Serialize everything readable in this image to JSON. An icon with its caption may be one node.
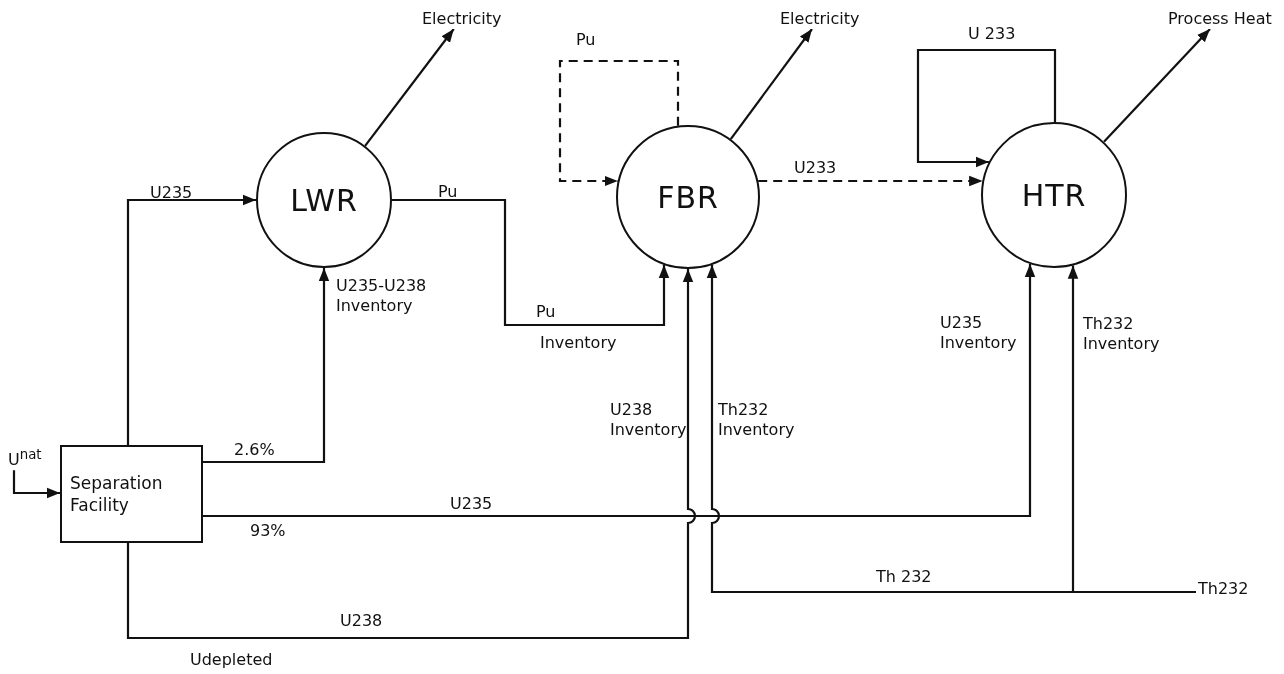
{
  "diagram": {
    "nodes": [
      {
        "text": [
          "Electricity"
        ]
      },
      {
        "text": [
          "Electricity"
        ]
      },
      {
        "text": [
          "Process Heat"
        ]
      },
      {
        "text": [
          "LWR"
        ]
      },
      {
        "text": [
          "FBR"
        ]
      },
      {
        "text": [
          "HTR"
        ]
      },
      {
        "text": [
          "U$^{nat}$"
        ]
      },
      {
        "text": [
          "Separation Facility"
        ]
      },
      {
        "text": [
          "Th232"
        ]
      }
    ],
    "edges": [
      {
        "from": 7,
        "to": 3,
        "arrow": "to",
        "label": "U235"
      },
      {
        "from": 7,
        "to": 3,
        "arrow": "to",
        "label": "U235-U238 Inventory"
      },
      {
        "from": 3,
        "to": 0,
        "arrow": "to"
      },
      {
        "from": 3,
        "to": 4,
        "arrow": "to",
        "label": "Pu"
      },
      {
        "from": 4,
        "to": 4,
        "arrow": "to",
        "label": "Pu",
        "style": "dashed"
      },
      {
        "from": 4,
        "to": 1,
        "arrow": "to"
      },
      {
        "from": 4,
        "to": 5,
        "arrow": "to",
        "label": "U233",
        "style": "dashed"
      },
      {
        "from": 5,
        "to": 5,
        "arrow": "to",
        "label": "U 233"
      },
      {
        "from": 5,
        "to": 2,
        "arrow": "to"
      },
      {
        "from": 7,
        "to": 5,
        "arrow": "to",
        "label": "U235"
      },
      {
        "from": 7,
        "to": 4,
        "arrow": "to",
        "label": "U238"
      },
      {
        "from": 8,
        "to": 4,
        "arrow": "to",
        "label": "Th 232"
      },
      {
        "from": 8,
        "to": 5,
        "arrow": "to",
        "label": "Th232 Inventory"
      },
      {
        "from": 6,
        "to": 7,
        "arrow": "to"
      }
    ],
    "labels": [
      "Pu",
      "Inventory",
      "U235 Inventory",
      "U238 Inventory",
      "Th232 Inventory",
      "2.6%",
      "93%",
      "Udepleted"
    ]
  }
}
